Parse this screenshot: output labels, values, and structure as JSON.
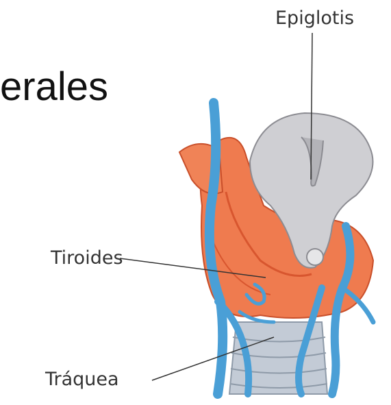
{
  "heading_fragment": "erales",
  "labels": {
    "epiglotis": "Epiglotis",
    "tiroides": "Tiroides",
    "traquea": "Tráquea"
  },
  "colors": {
    "thyroid": "#ef7b4f",
    "thyroid_shade": "#d8562f",
    "vessels": "#4a9fd6",
    "cartilage": "#c9c9cc",
    "trachea": "#b9c3cf"
  }
}
